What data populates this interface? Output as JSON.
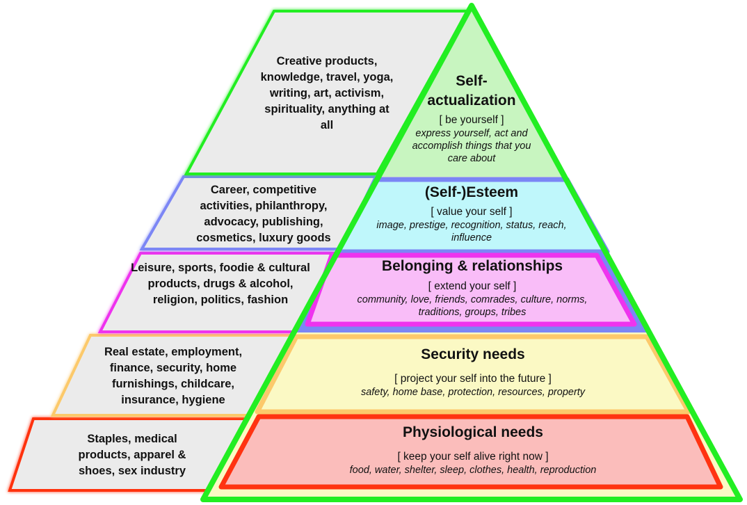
{
  "levels": [
    {
      "id": "self-actualization",
      "title": "Self-actualization",
      "title_line1": "Self-",
      "title_line2": "actualization",
      "subtitle": "[ be yourself ]",
      "description": "express yourself, act and accomplish things that you care about",
      "products": "Creative products, knowledge, travel, yoga, writing, art, activism, spirituality, anything at all",
      "color": "#22ee22",
      "fill": "#c8f5c0"
    },
    {
      "id": "esteem",
      "title": "(Self-)Esteem",
      "subtitle": "[ value your self ]",
      "description": "image, prestige, recognition, status, reach, influence",
      "products": "Career, competitive activities, philanthropy, advocacy, publishing, cosmetics, luxury goods",
      "color": "#7b86f5",
      "fill": "#bff7fb"
    },
    {
      "id": "belonging",
      "title": "Belonging & relationships",
      "subtitle": "[ extend your self ]",
      "description": "community, love, friends, comrades, culture, norms, traditions, groups, tribes",
      "products": "Leisure, sports, foodie & cultural products, drugs & alcohol, religion, politics, fashion",
      "color": "#ee33ee",
      "fill": "#f9bdf8"
    },
    {
      "id": "security",
      "title": "Security needs",
      "subtitle": "[ project your self into the future ]",
      "description": "safety, home base, protection, resources, property",
      "products": "Real estate, employment, finance, security, home furnishings, childcare, insurance, hygiene",
      "color": "#fcc96b",
      "fill": "#fbf9c4"
    },
    {
      "id": "physiological",
      "title": "Physiological needs",
      "subtitle": "[ keep your self alive right now ]",
      "description": "food, water, shelter, sleep, clothes, health, reproduction",
      "products": "Staples, medical products, apparel & shoes, sex industry",
      "color": "#ff3311",
      "fill": "#fbbdbb"
    }
  ],
  "back_panel_fill": "#ebebeb"
}
